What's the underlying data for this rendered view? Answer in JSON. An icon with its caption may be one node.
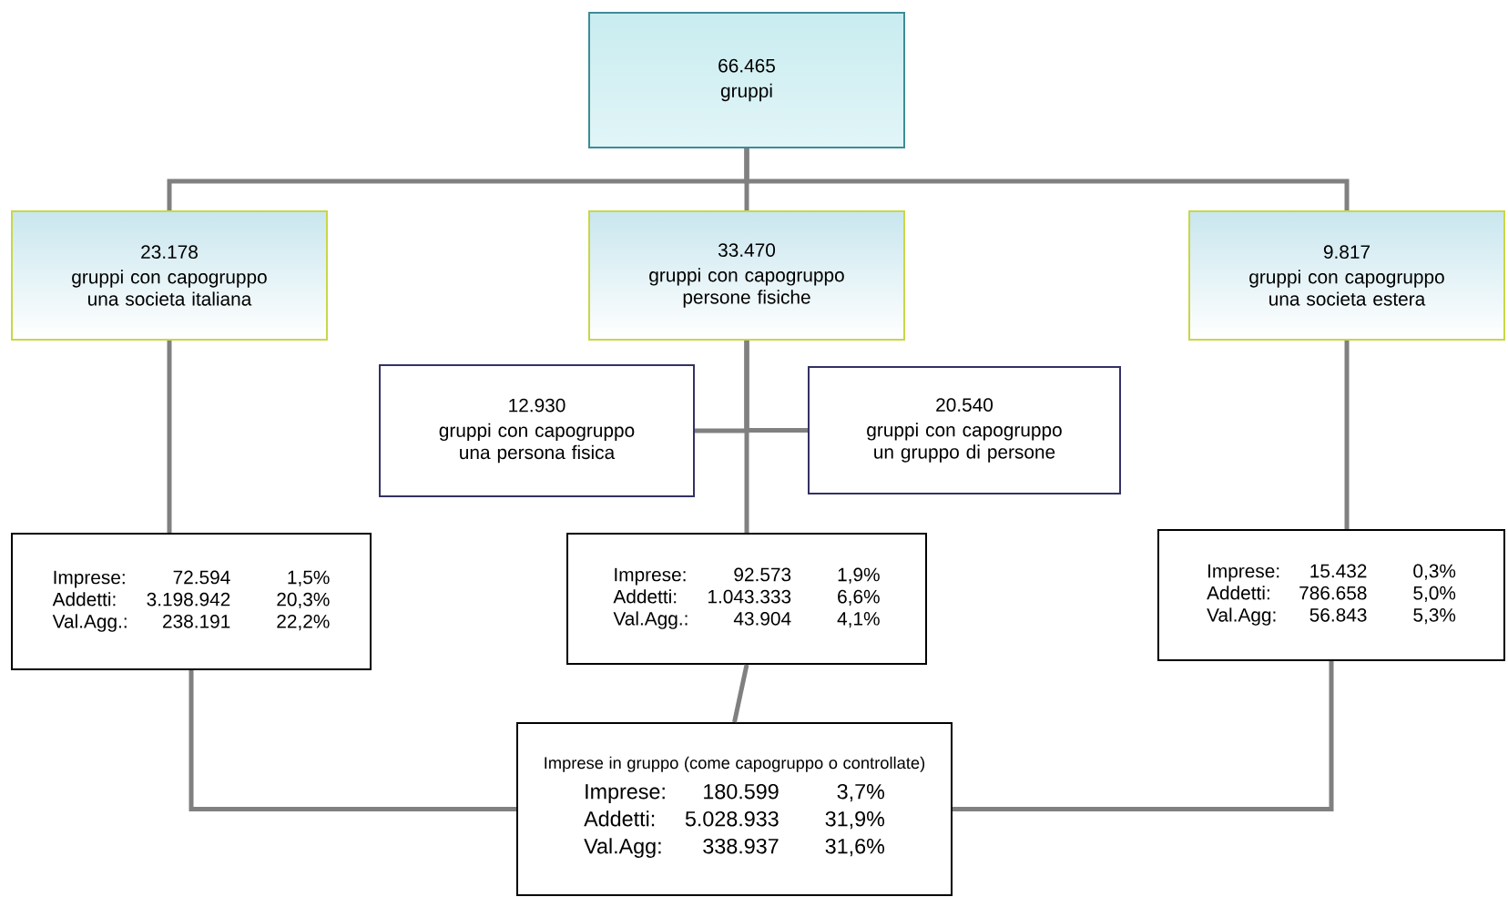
{
  "diagram": {
    "nodes": [
      {
        "text": [
          "66.465",
          "gruppi"
        ]
      },
      {
        "text": [
          "23.178",
          "gruppi con capogruppo una societa italiana"
        ]
      },
      {
        "text": [
          "33.470",
          "gruppi con capogruppo persone fisiche"
        ]
      },
      {
        "text": [
          "9.817",
          "gruppi con capogruppo una societa estera"
        ]
      },
      {
        "text": [
          "12.930",
          "gruppi con capogruppo una persona fisica"
        ]
      },
      {
        "text": [
          "20.540",
          "gruppi con capogruppo un gruppo di persone"
        ]
      },
      {
        "text": [
          "Imprese:",
          "72.594",
          "1,5%",
          "Addetti:",
          "3.198.942",
          "20,3%",
          "Val.Agg.:",
          "238.191",
          "22,2%"
        ]
      },
      {
        "text": [
          "Imprese:",
          "92.573",
          "1,9%",
          "Addetti:",
          "1.043.333",
          "6,6%",
          "Val.Agg.:",
          "43.904",
          "4,1%"
        ]
      },
      {
        "text": [
          "Imprese:",
          "15.432",
          "0,3%",
          "Addetti:",
          "786.658",
          "5,0%",
          "Val.Agg:",
          "56.843",
          "5,3%"
        ]
      },
      {
        "text": [
          "Imprese in gruppo (come capogruppo o controllate)",
          "Imprese:",
          "180.599",
          "3,7%",
          "Addetti:",
          "5.028.933",
          "31,9%",
          "Val.Agg:",
          "338.937",
          "31,6%"
        ]
      }
    ],
    "edges": [
      {
        "from": 0,
        "to": 1,
        "arrow": "none"
      },
      {
        "from": 0,
        "to": 2,
        "arrow": "none"
      },
      {
        "from": 0,
        "to": 3,
        "arrow": "none"
      },
      {
        "from": 2,
        "to": 4,
        "arrow": "none"
      },
      {
        "from": 2,
        "to": 5,
        "arrow": "none"
      },
      {
        "from": 1,
        "to": 6,
        "arrow": "none"
      },
      {
        "from": 2,
        "to": 7,
        "arrow": "none"
      },
      {
        "from": 3,
        "to": 8,
        "arrow": "none"
      },
      {
        "from": 6,
        "to": 9,
        "arrow": "none"
      },
      {
        "from": 7,
        "to": 9,
        "arrow": "none"
      },
      {
        "from": 8,
        "to": 9,
        "arrow": "none"
      }
    ]
  }
}
